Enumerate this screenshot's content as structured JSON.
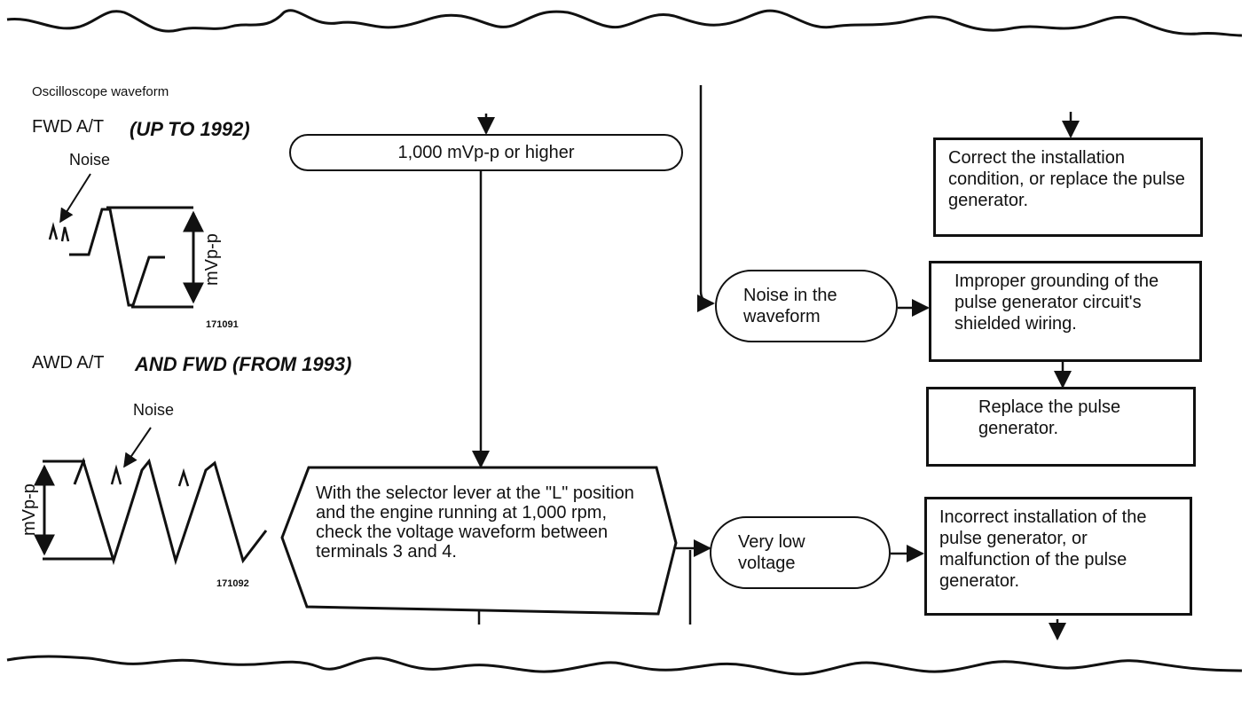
{
  "left": {
    "caption": "Oscilloscope waveform",
    "fwd": {
      "label": "FWD A/T",
      "qualifier": "(UP TO 1992)",
      "noise_label": "Noise",
      "axis_label": "mVp-p",
      "figure_id": "171091"
    },
    "awd": {
      "label": "AWD A/T",
      "qualifier": "AND FWD (FROM 1993)",
      "noise_label": "Noise",
      "axis_label": "mVp-p",
      "figure_id": "171092"
    }
  },
  "flow": {
    "threshold": "1,000 mVp-p or higher",
    "check": "With the selector lever at the \"L\" position and the engine running at 1,000 rpm, check the voltage waveform between terminals 3 and 4.",
    "noise_condition": "Noise in the waveform",
    "low_condition": "Very low voltage",
    "correct_install": "Correct the installation condition, or replace the pulse generator.",
    "improper_ground": "Improper grounding of the pulse generator circuit's shielded wiring.",
    "replace": "Replace the pulse generator.",
    "incorrect_install": "Incorrect installation of the pulse generator, or malfunction of the pulse generator."
  }
}
